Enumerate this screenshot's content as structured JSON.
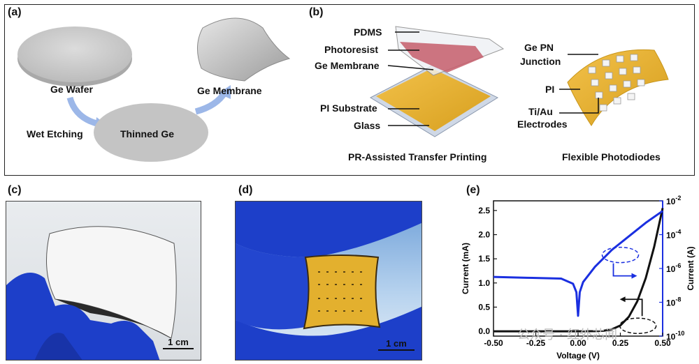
{
  "panel_a": {
    "label": "(a)",
    "ge_wafer": "Ge Wafer",
    "wet_etching": "Wet Etching",
    "thinned_ge": "Thinned Ge",
    "ge_membrane": "Ge Membrane"
  },
  "panel_b": {
    "label": "(b)",
    "pdms": "PDMS",
    "photoresist": "Photoresist",
    "ge_membrane": "Ge Membrane",
    "pi_substrate": "PI Substrate",
    "glass": "Glass",
    "caption_left": "PR-Assisted Transfer Printing",
    "ge_pn": "Ge PN",
    "junction": "Junction",
    "pi": "PI",
    "tiau": "Ti/Au",
    "electrodes": "Electrodes",
    "caption_right": "Flexible Photodiodes"
  },
  "panel_c": {
    "label": "(c)",
    "scale": "1 cm"
  },
  "panel_d": {
    "label": "(d)",
    "scale": "1 cm"
  },
  "panel_e": {
    "label": "(e)"
  },
  "watermark": "公众号 · 红外芯闻",
  "colors": {
    "glove_blue": "#1d3fc9",
    "film_gold": "#e3b02e",
    "log_curve": "#1a2fe0",
    "arrow_blue": "#8fb0e6"
  },
  "chart_data": {
    "type": "line",
    "xlabel": "Voltage (V)",
    "ylabel": "Current (mA)",
    "y2label": "Current (A)",
    "xlim": [
      -0.5,
      0.5
    ],
    "ylim": [
      -0.1,
      2.7
    ],
    "y2lim_log10": [
      -10,
      -2
    ],
    "xticks": [
      "-0.50",
      "-0.25",
      "0.00",
      "0.25",
      "0.50"
    ],
    "yticks": [
      "0.0",
      "0.5",
      "1.0",
      "1.5",
      "2.0",
      "2.5"
    ],
    "y2ticks": [
      {
        "base": "10",
        "exp": "-2"
      },
      {
        "base": "10",
        "exp": "-4"
      },
      {
        "base": "10",
        "exp": "-6"
      },
      {
        "base": "10",
        "exp": "-8"
      },
      {
        "base": "10",
        "exp": "-10"
      }
    ],
    "series": [
      {
        "axis": "left",
        "color": "#111111",
        "x": [
          -0.5,
          -0.3,
          -0.1,
          0.0,
          0.1,
          0.15,
          0.2,
          0.25,
          0.3,
          0.35,
          0.4,
          0.45,
          0.5
        ],
        "y": [
          0.0,
          0.0,
          0.0,
          0.0,
          0.003,
          0.01,
          0.04,
          0.12,
          0.3,
          0.62,
          1.1,
          1.75,
          2.55
        ]
      },
      {
        "axis": "right_log10",
        "color": "#1a2fe0",
        "x": [
          -0.5,
          -0.3,
          -0.1,
          -0.03,
          -0.01,
          0.0,
          0.01,
          0.03,
          0.1,
          0.2,
          0.3,
          0.4,
          0.5
        ],
        "y": [
          -6.5,
          -6.55,
          -6.6,
          -6.9,
          -7.4,
          -8.8,
          -7.4,
          -6.8,
          -5.9,
          -4.9,
          -4.1,
          -3.3,
          -2.6
        ]
      }
    ]
  }
}
